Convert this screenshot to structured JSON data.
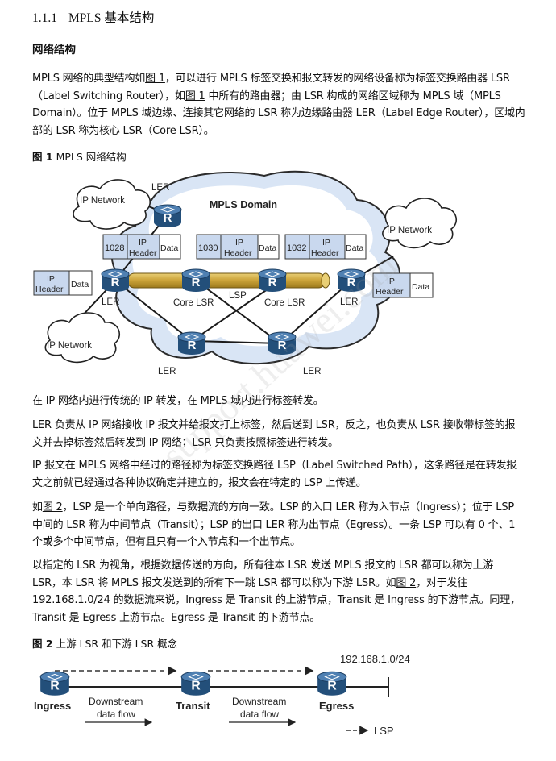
{
  "section": {
    "number": "1.1.1",
    "title": "MPLS 基本结构"
  },
  "subheading": "网络结构",
  "paragraphs": [
    {
      "before": "MPLS 网络的典型结构如",
      "link": "图 1",
      "after": "，可以进行 MPLS 标签交换和报文转发的网络设备称为标签交换路由器 LSR（Label Switching Router），如",
      "link2": "图 1",
      "after2": " 中所有的路由器；由 LSR 构成的网络区域称为 MPLS 域（MPLS Domain）。位于 MPLS 域边缘、连接其它网络的 LSR 称为边缘路由器 LER（Label Edge Router），区域内部的 LSR 称为核心 LSR（Core LSR）。"
    }
  ],
  "figure1": {
    "caption_label": "图 1",
    "caption_text": "MPLS 网络结构",
    "domain_label": "MPLS Domain",
    "ip_network": "IP Network",
    "ler": "LER",
    "core_lsr": "Core LSR",
    "lsp": "LSP",
    "router_letter": "R",
    "packets": [
      {
        "label": "1028",
        "hdr1": "IP",
        "hdr2": "Header",
        "data": "Data"
      },
      {
        "label": "1030",
        "hdr1": "IP",
        "hdr2": "Header",
        "data": "Data"
      },
      {
        "label": "1032",
        "hdr1": "IP",
        "hdr2": "Header",
        "data": "Data"
      }
    ],
    "ip_packet": {
      "hdr1": "IP",
      "hdr2": "Header",
      "data": "Data"
    }
  },
  "body": [
    "在 IP 网络内进行传统的 IP 转发，在 MPLS 域内进行标签转发。",
    "LER 负责从 IP 网络接收 IP 报文并给报文打上标签，然后送到 LSR，反之，也负责从 LSR 接收带标签的报文并去掉标签然后转发到 IP 网络；LSR 只负责按照标签进行转发。",
    "IP 报文在 MPLS 网络中经过的路径称为标签交换路径 LSP（Label Switched Path），这条路径是在转发报文之前就已经通过各种协议确定并建立的，报文会在特定的 LSP 上传递。"
  ],
  "para_fig2a": {
    "before": "如",
    "link": "图 2",
    "after": "，LSP 是一个单向路径，与数据流的方向一致。LSP 的入口 LER 称为入节点（Ingress）；位于 LSP 中间的 LSR 称为中间节点（Transit）；LSP 的出口 LER 称为出节点（Egress）。一条 LSP 可以有 0 个、1 个或多个中间节点，但有且只有一个入节点和一个出节点。"
  },
  "para_fig2b": {
    "before": "以指定的 LSR 为视角，根据数据传送的方向，所有往本 LSR 发送 MPLS 报文的 LSR 都可以称为上游 LSR，本 LSR 将 MPLS 报文发送到的所有下一跳 LSR 都可以称为下游 LSR。如",
    "link": "图 2",
    "after": "，对于发往 192.168.1.0/24 的数据流来说，Ingress 是 Transit 的上游节点，Transit 是 Ingress 的下游节点。同理，Transit 是 Egress 上游节点。Egress 是 Transit 的下游节点。"
  },
  "figure2": {
    "caption_label": "图 2",
    "caption_text": "上游 LSR 和下游 LSR 概念",
    "network": "192.168.1.0/24",
    "ingress": "Ingress",
    "transit": "Transit",
    "egress": "Egress",
    "downstream1": "Downstream",
    "downstream2": "data flow",
    "legend": "LSP"
  },
  "watermark": "support.huawei.com",
  "colors": {
    "router": "#2d5a86",
    "cloud": "#ffffff",
    "domain": "#d6e3f5",
    "lsp_tube": "#d2ad3b",
    "packet_fill": "#c9d8ee"
  }
}
